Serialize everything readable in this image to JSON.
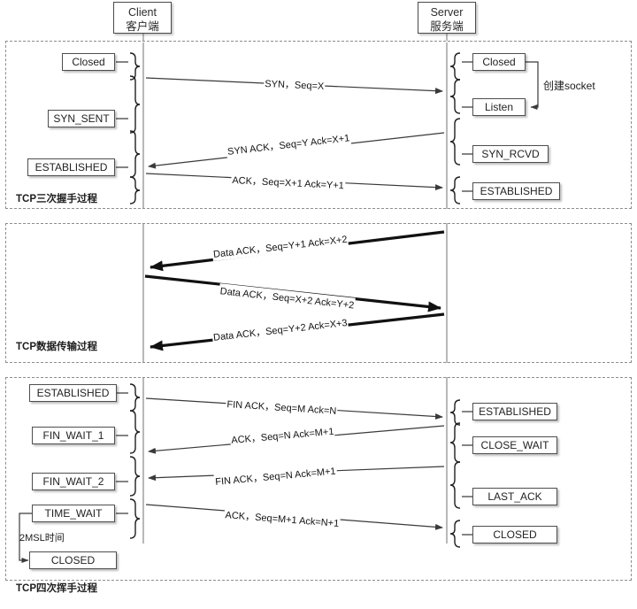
{
  "diagram": {
    "title": "TCP connection lifecycle sequence diagram",
    "endpoints": [
      {
        "id": "client",
        "en": "Client",
        "zh": "客户端"
      },
      {
        "id": "server",
        "en": "Server",
        "zh": "服务端"
      }
    ],
    "colors": {
      "line": "#3a3a3a",
      "panel_border": "#8d8d8d",
      "box_border": "#4e4e4e",
      "text": "#1c1c1c",
      "thick_arrow": "#111111"
    }
  },
  "sections": [
    {
      "id": "handshake",
      "label": "TCP三次握手过程",
      "client_states": [
        "Closed",
        "SYN_SENT",
        "ESTABLISHED"
      ],
      "server_states": [
        "Closed",
        "Listen",
        "SYN_RCVD",
        "ESTABLISHED"
      ],
      "annotations": [
        "创建socket"
      ],
      "messages": [
        {
          "text": "SYN，Seq=X",
          "direction": "client-to-server"
        },
        {
          "text": "SYN ACK，Seq=Y Ack=X+1",
          "direction": "server-to-client"
        },
        {
          "text": "ACK，Seq=X+1 Ack=Y+1",
          "direction": "client-to-server"
        }
      ]
    },
    {
      "id": "data-transfer",
      "label": "TCP数据传输过程",
      "client_states": [],
      "server_states": [],
      "annotations": [],
      "messages": [
        {
          "text": "Data ACK，Seq=Y+1 Ack=X+2",
          "direction": "server-to-client"
        },
        {
          "text": "Data ACK，Seq=X+2 Ack=Y+2",
          "direction": "client-to-server"
        },
        {
          "text": "Data ACK，Seq=Y+2 Ack=X+3",
          "direction": "server-to-client"
        }
      ]
    },
    {
      "id": "teardown",
      "label": "TCP四次挥手过程",
      "client_states": [
        "ESTABLISHED",
        "FIN_WAIT_1",
        "FIN_WAIT_2",
        "TIME_WAIT",
        "CLOSED"
      ],
      "server_states": [
        "ESTABLISHED",
        "CLOSE_WAIT",
        "LAST_ACK",
        "CLOSED"
      ],
      "annotations": [
        "2MSL时间"
      ],
      "messages": [
        {
          "text": "FIN ACK，Seq=M Ack=N",
          "direction": "client-to-server"
        },
        {
          "text": "ACK，Seq=N Ack=M+1",
          "direction": "server-to-client"
        },
        {
          "text": "FIN ACK，Seq=N Ack=M+1",
          "direction": "server-to-client"
        },
        {
          "text": "ACK，Seq=M+1 Ack=N+1",
          "direction": "client-to-server"
        }
      ]
    }
  ]
}
